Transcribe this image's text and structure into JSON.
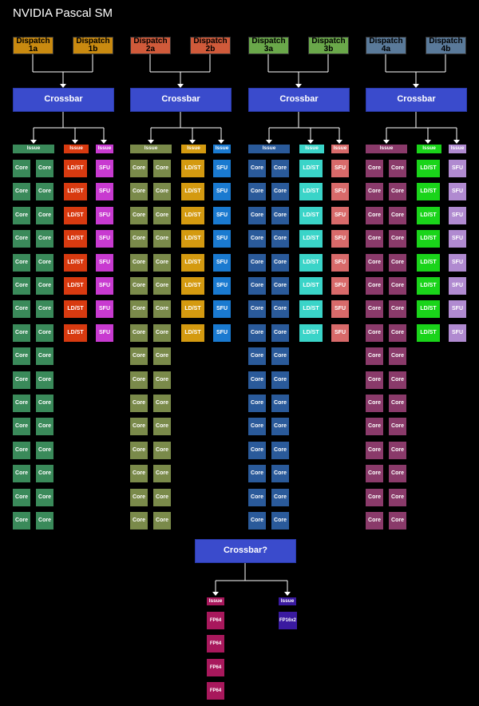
{
  "title": "NVIDIA Pascal SM",
  "colors": {
    "crossbar": "#3a4bcc",
    "fp64": "#a8185c",
    "fp16": "#3a1aa0",
    "line": "#ffffff"
  },
  "labels": {
    "crossbar": "Crossbar",
    "crossbar_shared": "Crossbar?",
    "issue": "Issue",
    "core": "Core",
    "ldst": "LD/ST",
    "sfu": "SFU",
    "fp64": "FP64",
    "fp16x2": "FP16x2"
  },
  "groups": [
    {
      "dispatch": [
        "Dispatch\n1a",
        "Dispatch\n1b"
      ],
      "dispatch_color": "#c98a10",
      "core_color": "#3a8a5a",
      "ldst_color": "#d83a10",
      "sfu_color": "#c83ad0",
      "issue_core_color": "#3a8a5a",
      "issue_ldst_color": "#d83a10",
      "issue_sfu_color": "#c83ad0",
      "core_rows": 16,
      "unit_rows": 8
    },
    {
      "dispatch": [
        "Dispatch\n2a",
        "Dispatch\n2b"
      ],
      "dispatch_color": "#d05a3a",
      "core_color": "#7a8a4a",
      "ldst_color": "#d49a10",
      "sfu_color": "#1a7ad0",
      "issue_core_color": "#7a8a4a",
      "issue_ldst_color": "#d49a10",
      "issue_sfu_color": "#1a7ad0",
      "core_rows": 16,
      "unit_rows": 8
    },
    {
      "dispatch": [
        "Dispatch\n3a",
        "Dispatch\n3b"
      ],
      "dispatch_color": "#6aa84a",
      "core_color": "#2a5a9a",
      "ldst_color": "#3ad4c8",
      "sfu_color": "#d86a6a",
      "issue_core_color": "#2a5a9a",
      "issue_ldst_color": "#3ad4c8",
      "issue_sfu_color": "#d86a6a",
      "core_rows": 16,
      "unit_rows": 8
    },
    {
      "dispatch": [
        "Dispatch\n4a",
        "Dispatch\n4b"
      ],
      "dispatch_color": "#5a7a9a",
      "core_color": "#8a3a6a",
      "ldst_color": "#1ad41a",
      "sfu_color": "#b08ad0",
      "issue_core_color": "#8a3a6a",
      "issue_ldst_color": "#1ad41a",
      "issue_sfu_color": "#b08ad0",
      "core_rows": 16,
      "unit_rows": 8
    }
  ],
  "shared": {
    "fp64_rows": 4,
    "fp16_rows": 1
  }
}
